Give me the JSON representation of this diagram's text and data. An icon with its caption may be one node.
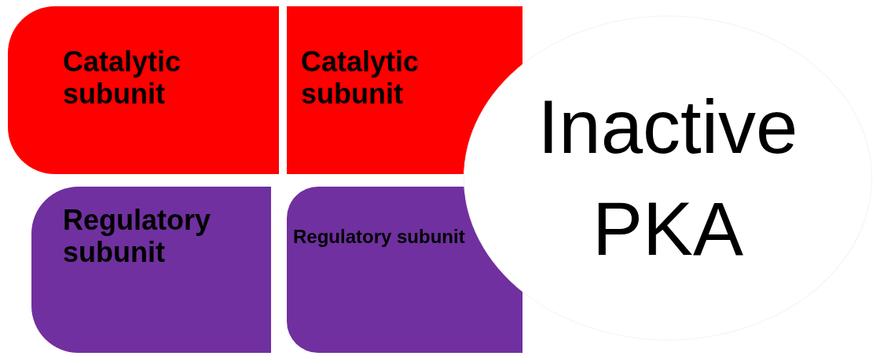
{
  "diagram": {
    "nodes": [
      {
        "text": [
          "Catalytic subunit"
        ]
      },
      {
        "text": [
          "Catalytic subunit"
        ]
      },
      {
        "text": [
          "Regulatory subunit"
        ]
      },
      {
        "text": [
          "Regulatory subunit"
        ]
      },
      {
        "text": [
          "Inactive PKA"
        ]
      }
    ]
  }
}
